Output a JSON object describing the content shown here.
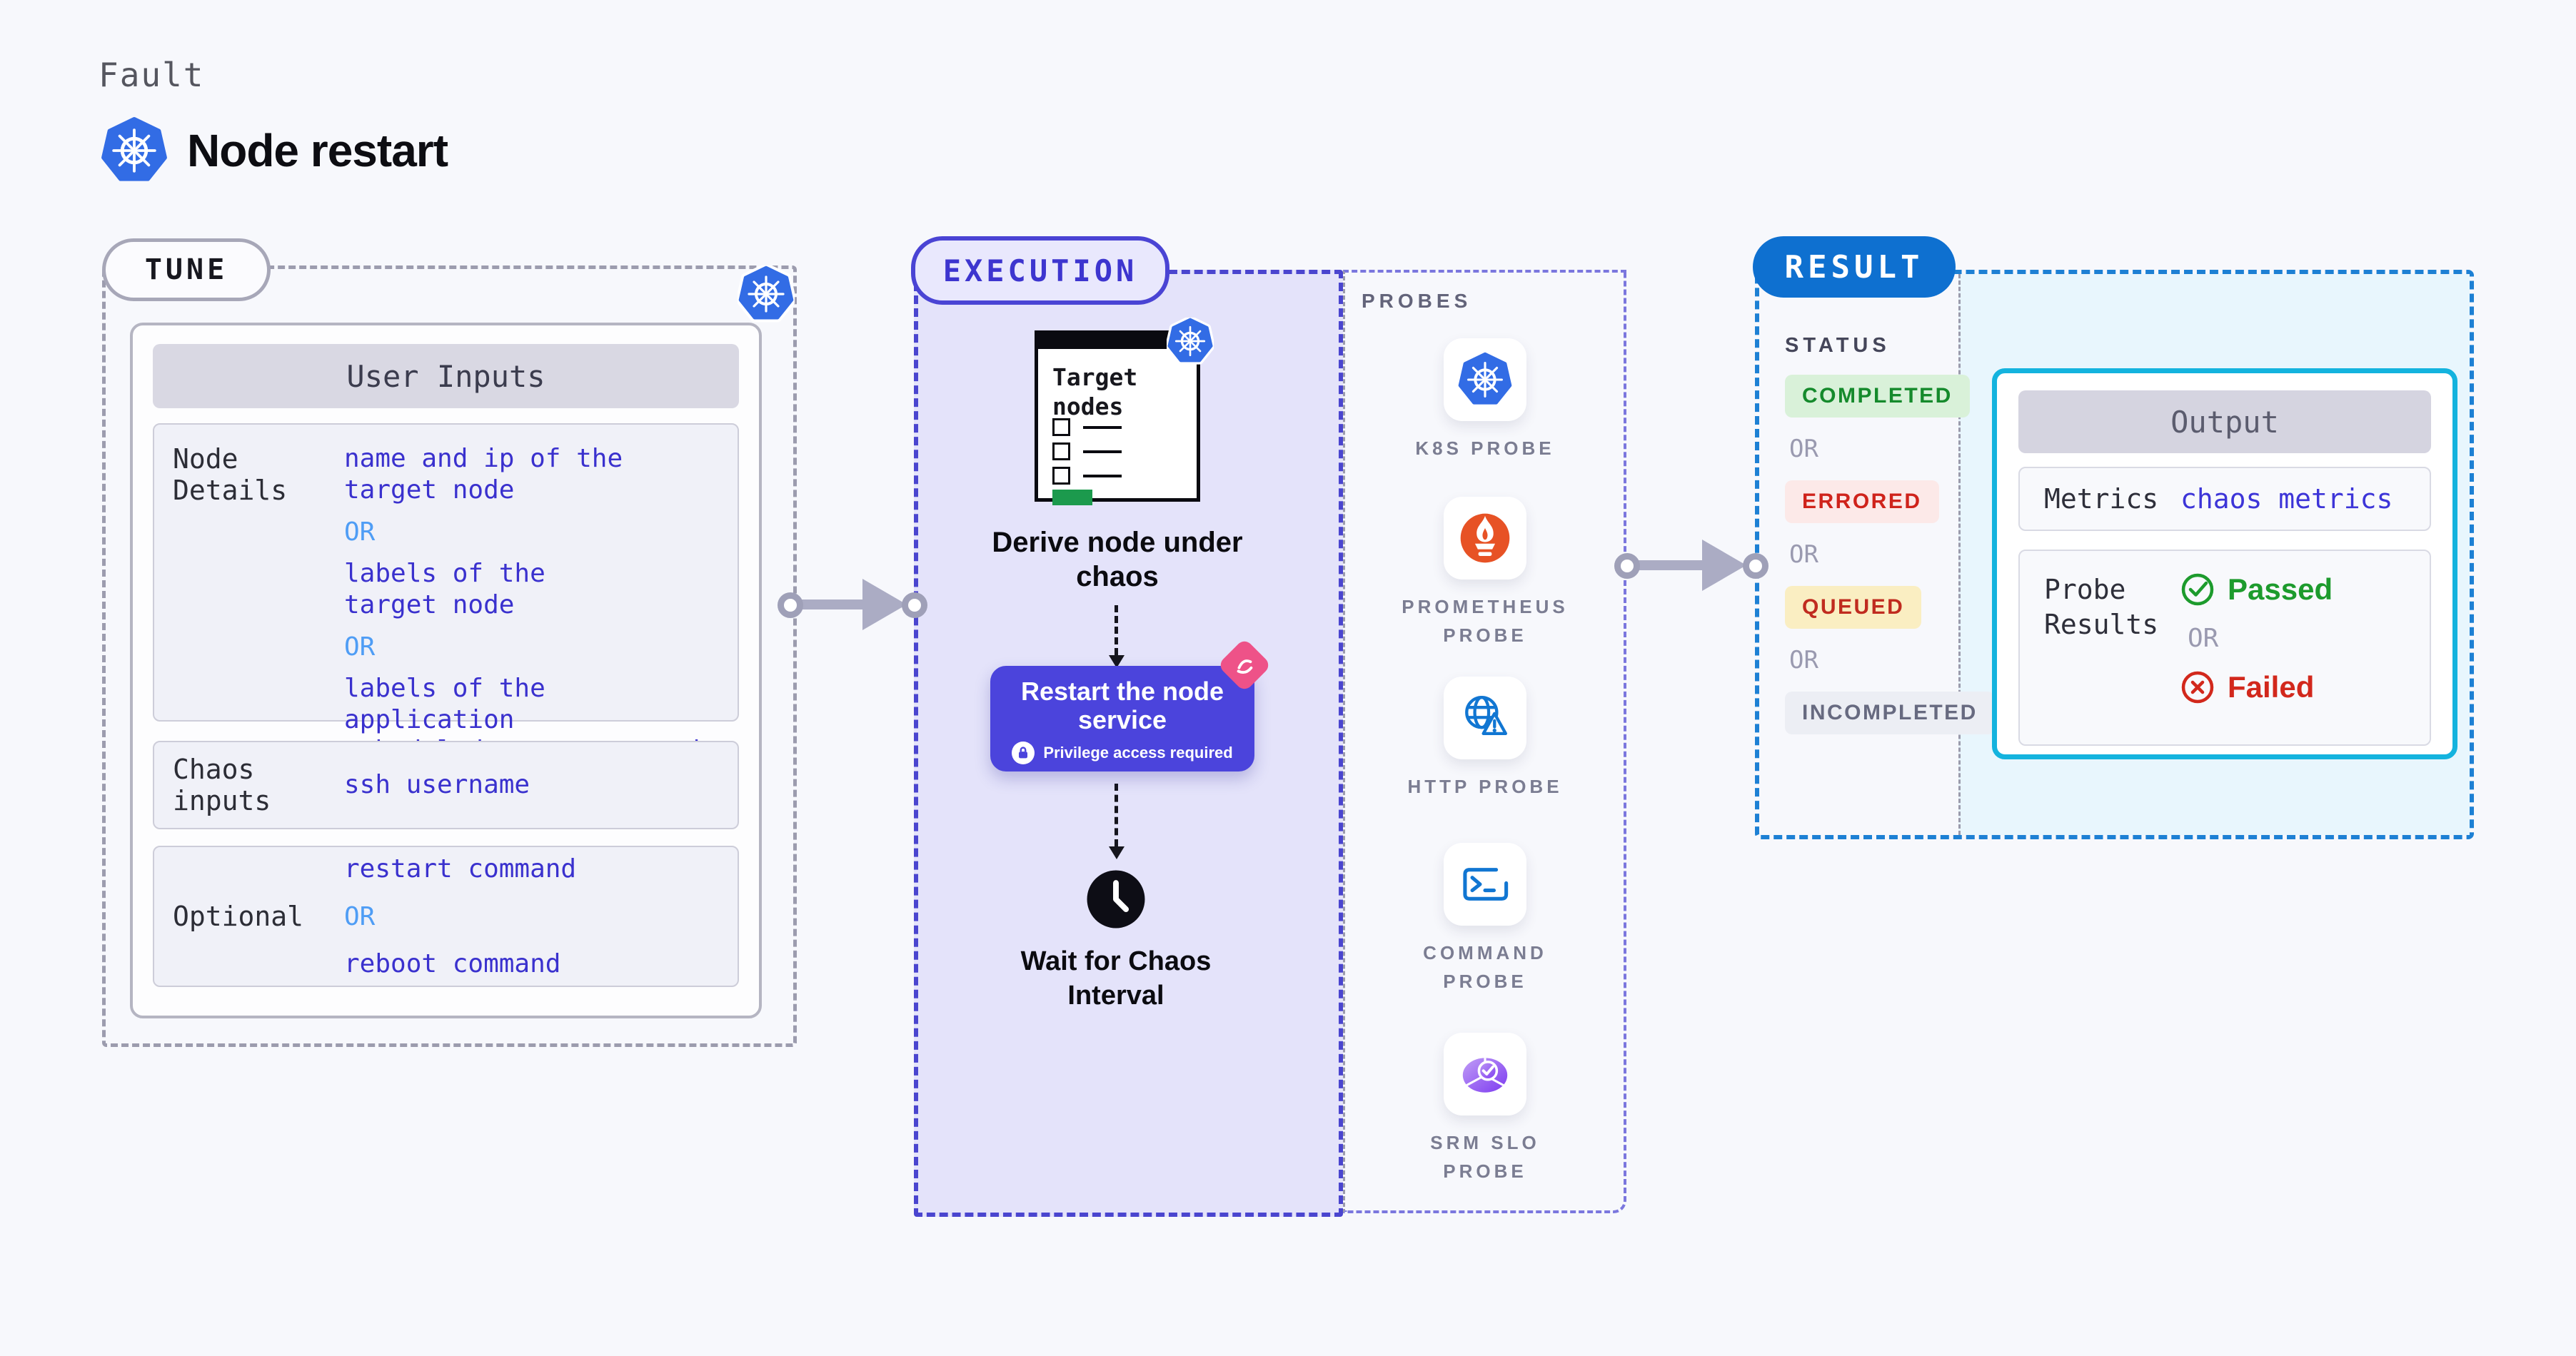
{
  "header": {
    "fault_label": "Fault",
    "title": "Node restart"
  },
  "tune": {
    "pill": "TUNE",
    "table_header": "User Inputs",
    "rows": [
      {
        "label": "Node Details",
        "items": [
          {
            "kind": "value",
            "text": "name and ip of the\ntarget node"
          },
          {
            "kind": "or",
            "text": "OR"
          },
          {
            "kind": "value",
            "text": "labels of the\ntarget node"
          },
          {
            "kind": "or",
            "text": "OR"
          },
          {
            "kind": "value",
            "text": "labels of the application\nscheduled on target node"
          }
        ]
      },
      {
        "label": "Chaos inputs",
        "items": [
          {
            "kind": "value",
            "text": "ssh username"
          }
        ]
      },
      {
        "label": "Optional",
        "items": [
          {
            "kind": "value",
            "text": "restart command"
          },
          {
            "kind": "or",
            "text": "OR"
          },
          {
            "kind": "value",
            "text": "reboot command"
          }
        ]
      }
    ]
  },
  "execution": {
    "pill": "EXECUTION",
    "target_card_title": "Target\nnodes",
    "derive_label": "Derive node under\nchaos",
    "restart_title": "Restart the node service",
    "restart_note": "Privilege access required",
    "wait_label": "Wait for Chaos\nInterval"
  },
  "probes": {
    "heading": "PROBES",
    "items": [
      {
        "label": "K8S PROBE",
        "icon": "kubernetes-icon"
      },
      {
        "label": "PROMETHEUS\nPROBE",
        "icon": "prometheus-icon"
      },
      {
        "label": "HTTP PROBE",
        "icon": "globe-warning-icon"
      },
      {
        "label": "COMMAND\nPROBE",
        "icon": "terminal-icon"
      },
      {
        "label": "SRM SLO\nPROBE",
        "icon": "slo-pie-check-icon"
      }
    ]
  },
  "result": {
    "pill": "RESULT",
    "status_heading": "STATUS",
    "or_label": "OR",
    "statuses": [
      {
        "text": "COMPLETED",
        "bg": "#d9f1d9",
        "color": "#158a2c"
      },
      {
        "text": "ERRORED",
        "bg": "#fce9e8",
        "color": "#cf231b"
      },
      {
        "text": "QUEUED",
        "bg": "#faeec2",
        "color": "#c02b1f"
      },
      {
        "text": "INCOMPLETED",
        "bg": "#eceef4",
        "color": "#676a80"
      }
    ],
    "output": {
      "header": "Output",
      "metrics_label": "Metrics",
      "metrics_value": "chaos metrics",
      "probe_results_label": "Probe\nResults",
      "passed_label": "Passed",
      "failed_label": "Failed"
    }
  },
  "colors": {
    "kubernetes_blue": "#326ce5",
    "execution_indigo": "#4b44dc",
    "result_blue": "#0e70d0",
    "output_cyan": "#14b3de",
    "passed_green": "#1d9b2d",
    "failed_red": "#d2281c",
    "prometheus_orange": "#e75225",
    "chaos_pink": "#ee5288"
  }
}
